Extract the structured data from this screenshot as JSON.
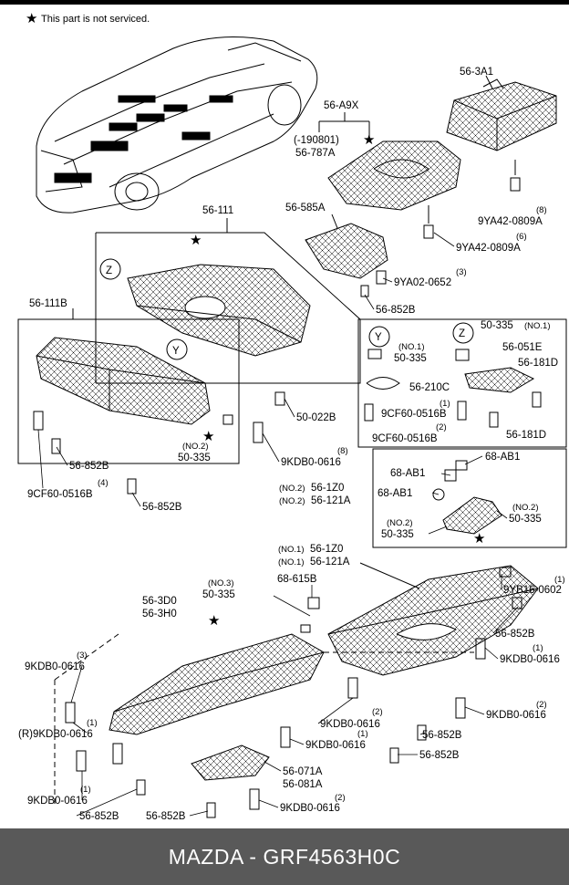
{
  "header": {
    "note": "This part is not serviced.",
    "note_icon": "black-star-icon"
  },
  "footer": {
    "text": "MAZDA - GRF4563H0C"
  },
  "labels": {
    "p56_3A1": "56-3A1",
    "p56_A9X": "56-A9X",
    "p190801": "(-190801)",
    "p56_787A": "56-787A",
    "p9YA42_0809A_a_qty": "(8)",
    "p9YA42_0809A_a": "9YA42-0809A",
    "p56_585A": "56-585A",
    "p9YA42_0809A_b_qty": "(6)",
    "p9YA42_0809A_b": "9YA42-0809A",
    "p56_111": "56-111",
    "p9YA02_0652_qty": "(3)",
    "p9YA02_0652": "9YA02-0652",
    "p56_852B_a": "56-852B",
    "p56_111B": "56-111B",
    "zoomZ": "Z",
    "zoomY": "Y",
    "p50_335_no1": "50-335",
    "no1_tag": "(NO.1)",
    "p56_051E": "56-051E",
    "p56_181D_a": "56-181D",
    "zoomY2": "Y",
    "zoomZ2": "Z",
    "no1_b": "(NO.1)",
    "p50_335_b": "50-335",
    "p56_210C": "56-210C",
    "p9CF60_a_qty": "(1)",
    "p9CF60_a": "9CF60-0516B",
    "p9CF60_b_qty": "(2)",
    "p9CF60_b": "9CF60-0516B",
    "p56_181D_b": "56-181D",
    "p50_022B": "50-022B",
    "no2_a": "(NO.2)",
    "p50_335_c": "50-335",
    "p9KDB0_a_qty": "(8)",
    "p9KDB0_a": "9KDB0-0616",
    "p56_852B_b": "56-852B",
    "p9CF60_c_qty": "(4)",
    "p9CF60_c": "9CF60-0516B",
    "p56_852B_c": "56-852B",
    "p68_AB1_a": "68-AB1",
    "p68_AB1_b": "68-AB1",
    "no2_1z0": "(NO.2)",
    "p56_1Z0_a": "56-1Z0",
    "no2_121a": "(NO.2)",
    "p56_121A_a": "56-121A",
    "p68_AB1_c": "68-AB1",
    "no2_b": "(NO.2)",
    "p50_335_d": "50-335",
    "no2_c": "(NO.2)",
    "p50_335_e": "50-335",
    "no1_1z0": "(NO.1)",
    "p56_1Z0_b": "56-1Z0",
    "no1_121a": "(NO.1)",
    "p56_121A_b": "56-121A",
    "no3": "(NO.3)",
    "p50_335_f": "50-335",
    "p56_3D0": "56-3D0",
    "p56_3H0": "56-3H0",
    "p68_615B": "68-615B",
    "p9YB16_qty": "(1)",
    "p9YB16": "9YB16-0602",
    "p56_852B_d": "56-852B",
    "p9KDB0_b_qty": "(1)",
    "p9KDB0_b": "9KDB0-0616",
    "p9KDB0_c_qty": "(3)",
    "p9KDB0_c": "9KDB0-0616",
    "p9KDB0_d_qty": "(2)",
    "p9KDB0_d": "9KDB0-0616",
    "p9KDB0_e_qty": "(2)",
    "p9KDB0_e": "9KDB0-0616",
    "r_qty": "(1)",
    "p9KDB0_r": "(R)9KDB0-0616",
    "p56_852B_e": "56-852B",
    "p9KDB0_f_qty": "(1)",
    "p9KDB0_f": "9KDB0-0616",
    "p56_852B_f": "56-852B",
    "p9KDB0_g_qty": "(1)",
    "p9KDB0_g": "9KDB0-0616",
    "p56_071A": "56-071A",
    "p56_081A": "56-081A",
    "p56_852B_g": "56-852B",
    "p56_852B_h": "56-852B",
    "p9KDB0_h_qty": "(2)",
    "p9KDB0_h": "9KDB0-0616"
  },
  "colors": {
    "ink": "#000000",
    "footer_bg": "#595959",
    "footer_text": "#ffffff"
  }
}
